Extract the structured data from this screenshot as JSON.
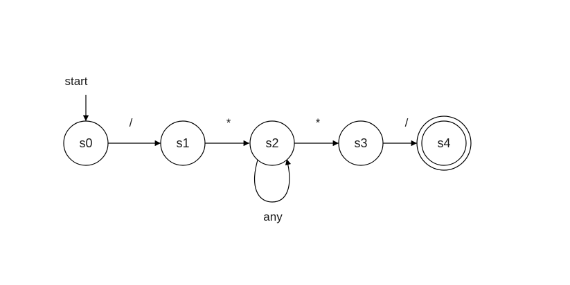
{
  "diagram": {
    "start_label": "start",
    "states": [
      {
        "label": "s0",
        "accepting": false
      },
      {
        "label": "s1",
        "accepting": false
      },
      {
        "label": "s2",
        "accepting": false
      },
      {
        "label": "s3",
        "accepting": false
      },
      {
        "label": "s4",
        "accepting": true
      }
    ],
    "transitions": [
      {
        "from": "s0",
        "to": "s1",
        "label": "/"
      },
      {
        "from": "s1",
        "to": "s2",
        "label": "*"
      },
      {
        "from": "s2",
        "to": "s3",
        "label": "*"
      },
      {
        "from": "s3",
        "to": "s4",
        "label": "/"
      }
    ],
    "self_loop": {
      "state": "s2",
      "label": "any"
    }
  }
}
